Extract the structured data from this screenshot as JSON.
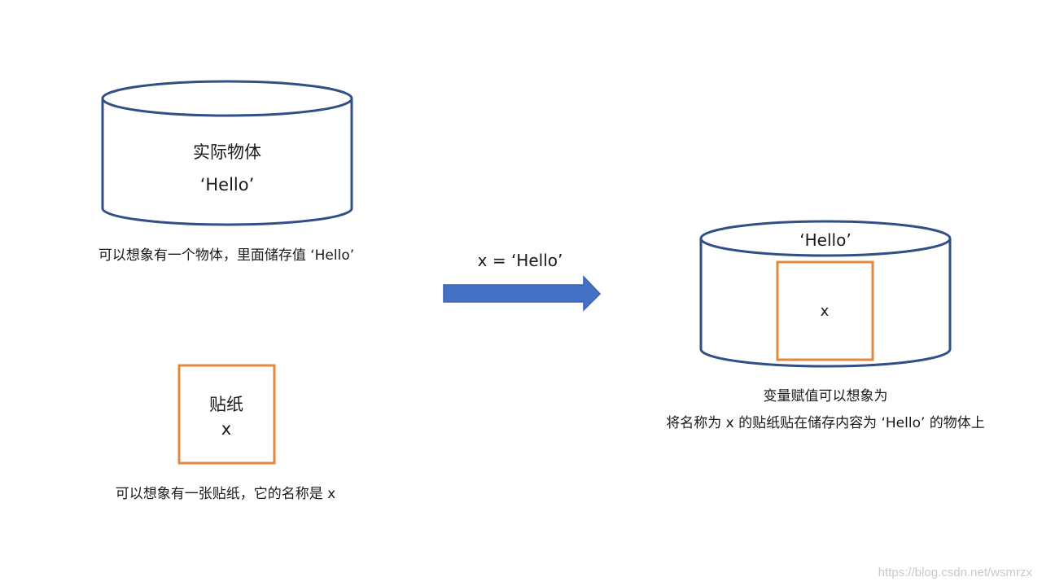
{
  "colors": {
    "cylinder_stroke": "#2f4f86",
    "sticker_stroke": "#e08a3c",
    "arrow_fill": "#4472c4",
    "arrow_stroke": "#3a63ad"
  },
  "left_cylinder": {
    "line1": "实际物体",
    "line2": "‘Hello’"
  },
  "left_caption": "可以想象有一个物体，里面储存值 ‘Hello’",
  "sticker": {
    "line1": "贴纸",
    "line2": "x"
  },
  "sticker_caption": "可以想象有一张贴纸，它的名称是 x",
  "assignment_label": "x = ‘Hello’",
  "right_cylinder": {
    "top_label": "‘Hello’",
    "sticker_label": "x"
  },
  "right_caption": {
    "line1": "变量赋值可以想象为",
    "line2": "将名称为 x 的贴纸贴在储存内容为 ‘Hello’ 的物体上"
  },
  "watermark": "https://blog.csdn.net/wsmrzx"
}
